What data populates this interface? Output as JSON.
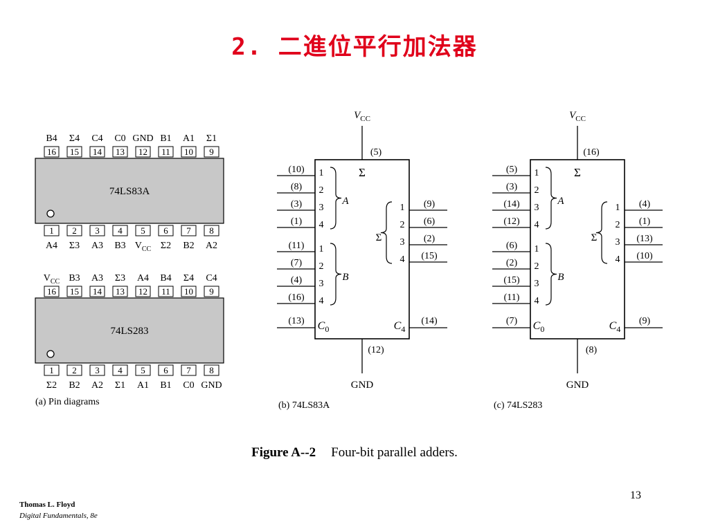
{
  "title": "2. 二進位平行加法器",
  "pin_diagrams": {
    "label": "(a)  Pin diagrams",
    "chips": [
      {
        "name": "74LS83A",
        "top_pins": [
          "16",
          "15",
          "14",
          "13",
          "12",
          "11",
          "10",
          "9"
        ],
        "top_signals": [
          "B4",
          "Σ4",
          "C4",
          "C0",
          "GND",
          "B1",
          "A1",
          "Σ1"
        ],
        "bottom_pins": [
          "1",
          "2",
          "3",
          "4",
          "5",
          "6",
          "7",
          "8"
        ],
        "bottom_signals": [
          "A4",
          "Σ3",
          "A3",
          "B3",
          "VCC",
          "Σ2",
          "B2",
          "A2"
        ]
      },
      {
        "name": "74LS283",
        "top_pins": [
          "16",
          "15",
          "14",
          "13",
          "12",
          "11",
          "10",
          "9"
        ],
        "top_signals": [
          "VCC",
          "B3",
          "A3",
          "Σ3",
          "A4",
          "B4",
          "Σ4",
          "C4"
        ],
        "bottom_pins": [
          "1",
          "2",
          "3",
          "4",
          "5",
          "6",
          "7",
          "8"
        ],
        "bottom_signals": [
          "Σ2",
          "B2",
          "A2",
          "Σ1",
          "A1",
          "B1",
          "C0",
          "GND"
        ]
      }
    ]
  },
  "logic_symbols": [
    {
      "label": "(b)  74LS83A",
      "vcc_pin": "(5)",
      "gnd_pin": "(12)",
      "a_pins": [
        "(10)",
        "(8)",
        "(3)",
        "(1)"
      ],
      "b_pins": [
        "(11)",
        "(7)",
        "(4)",
        "(16)"
      ],
      "sum_pins": [
        "(9)",
        "(6)",
        "(2)",
        "(15)"
      ],
      "c0_pin": "(13)",
      "c4_pin": "(14)"
    },
    {
      "label": "(c)  74LS283",
      "vcc_pin": "(16)",
      "gnd_pin": "(8)",
      "a_pins": [
        "(5)",
        "(3)",
        "(14)",
        "(12)"
      ],
      "b_pins": [
        "(6)",
        "(2)",
        "(15)",
        "(11)"
      ],
      "sum_pins": [
        "(4)",
        "(1)",
        "(13)",
        "(10)"
      ],
      "c0_pin": "(7)",
      "c4_pin": "(9)"
    }
  ],
  "symbol_text": {
    "vcc_main": "V",
    "vcc_sub": "CC",
    "gnd": "GND",
    "sigma": "Σ",
    "group_a": "A",
    "group_b": "B",
    "bit_numbers": [
      "1",
      "2",
      "3",
      "4"
    ],
    "c0_main": "C",
    "c0_sub": "0",
    "c4_main": "C",
    "c4_sub": "4"
  },
  "caption": {
    "label": "Figure A--2",
    "text": "Four-bit parallel adders."
  },
  "page_number": "13",
  "footer": {
    "author": "Thomas L. Floyd",
    "book": "Digital Fundamentals, 8e"
  },
  "colors": {
    "title": "#e0001b",
    "chip_fill": "#c8c8c8",
    "line": "#000000"
  }
}
